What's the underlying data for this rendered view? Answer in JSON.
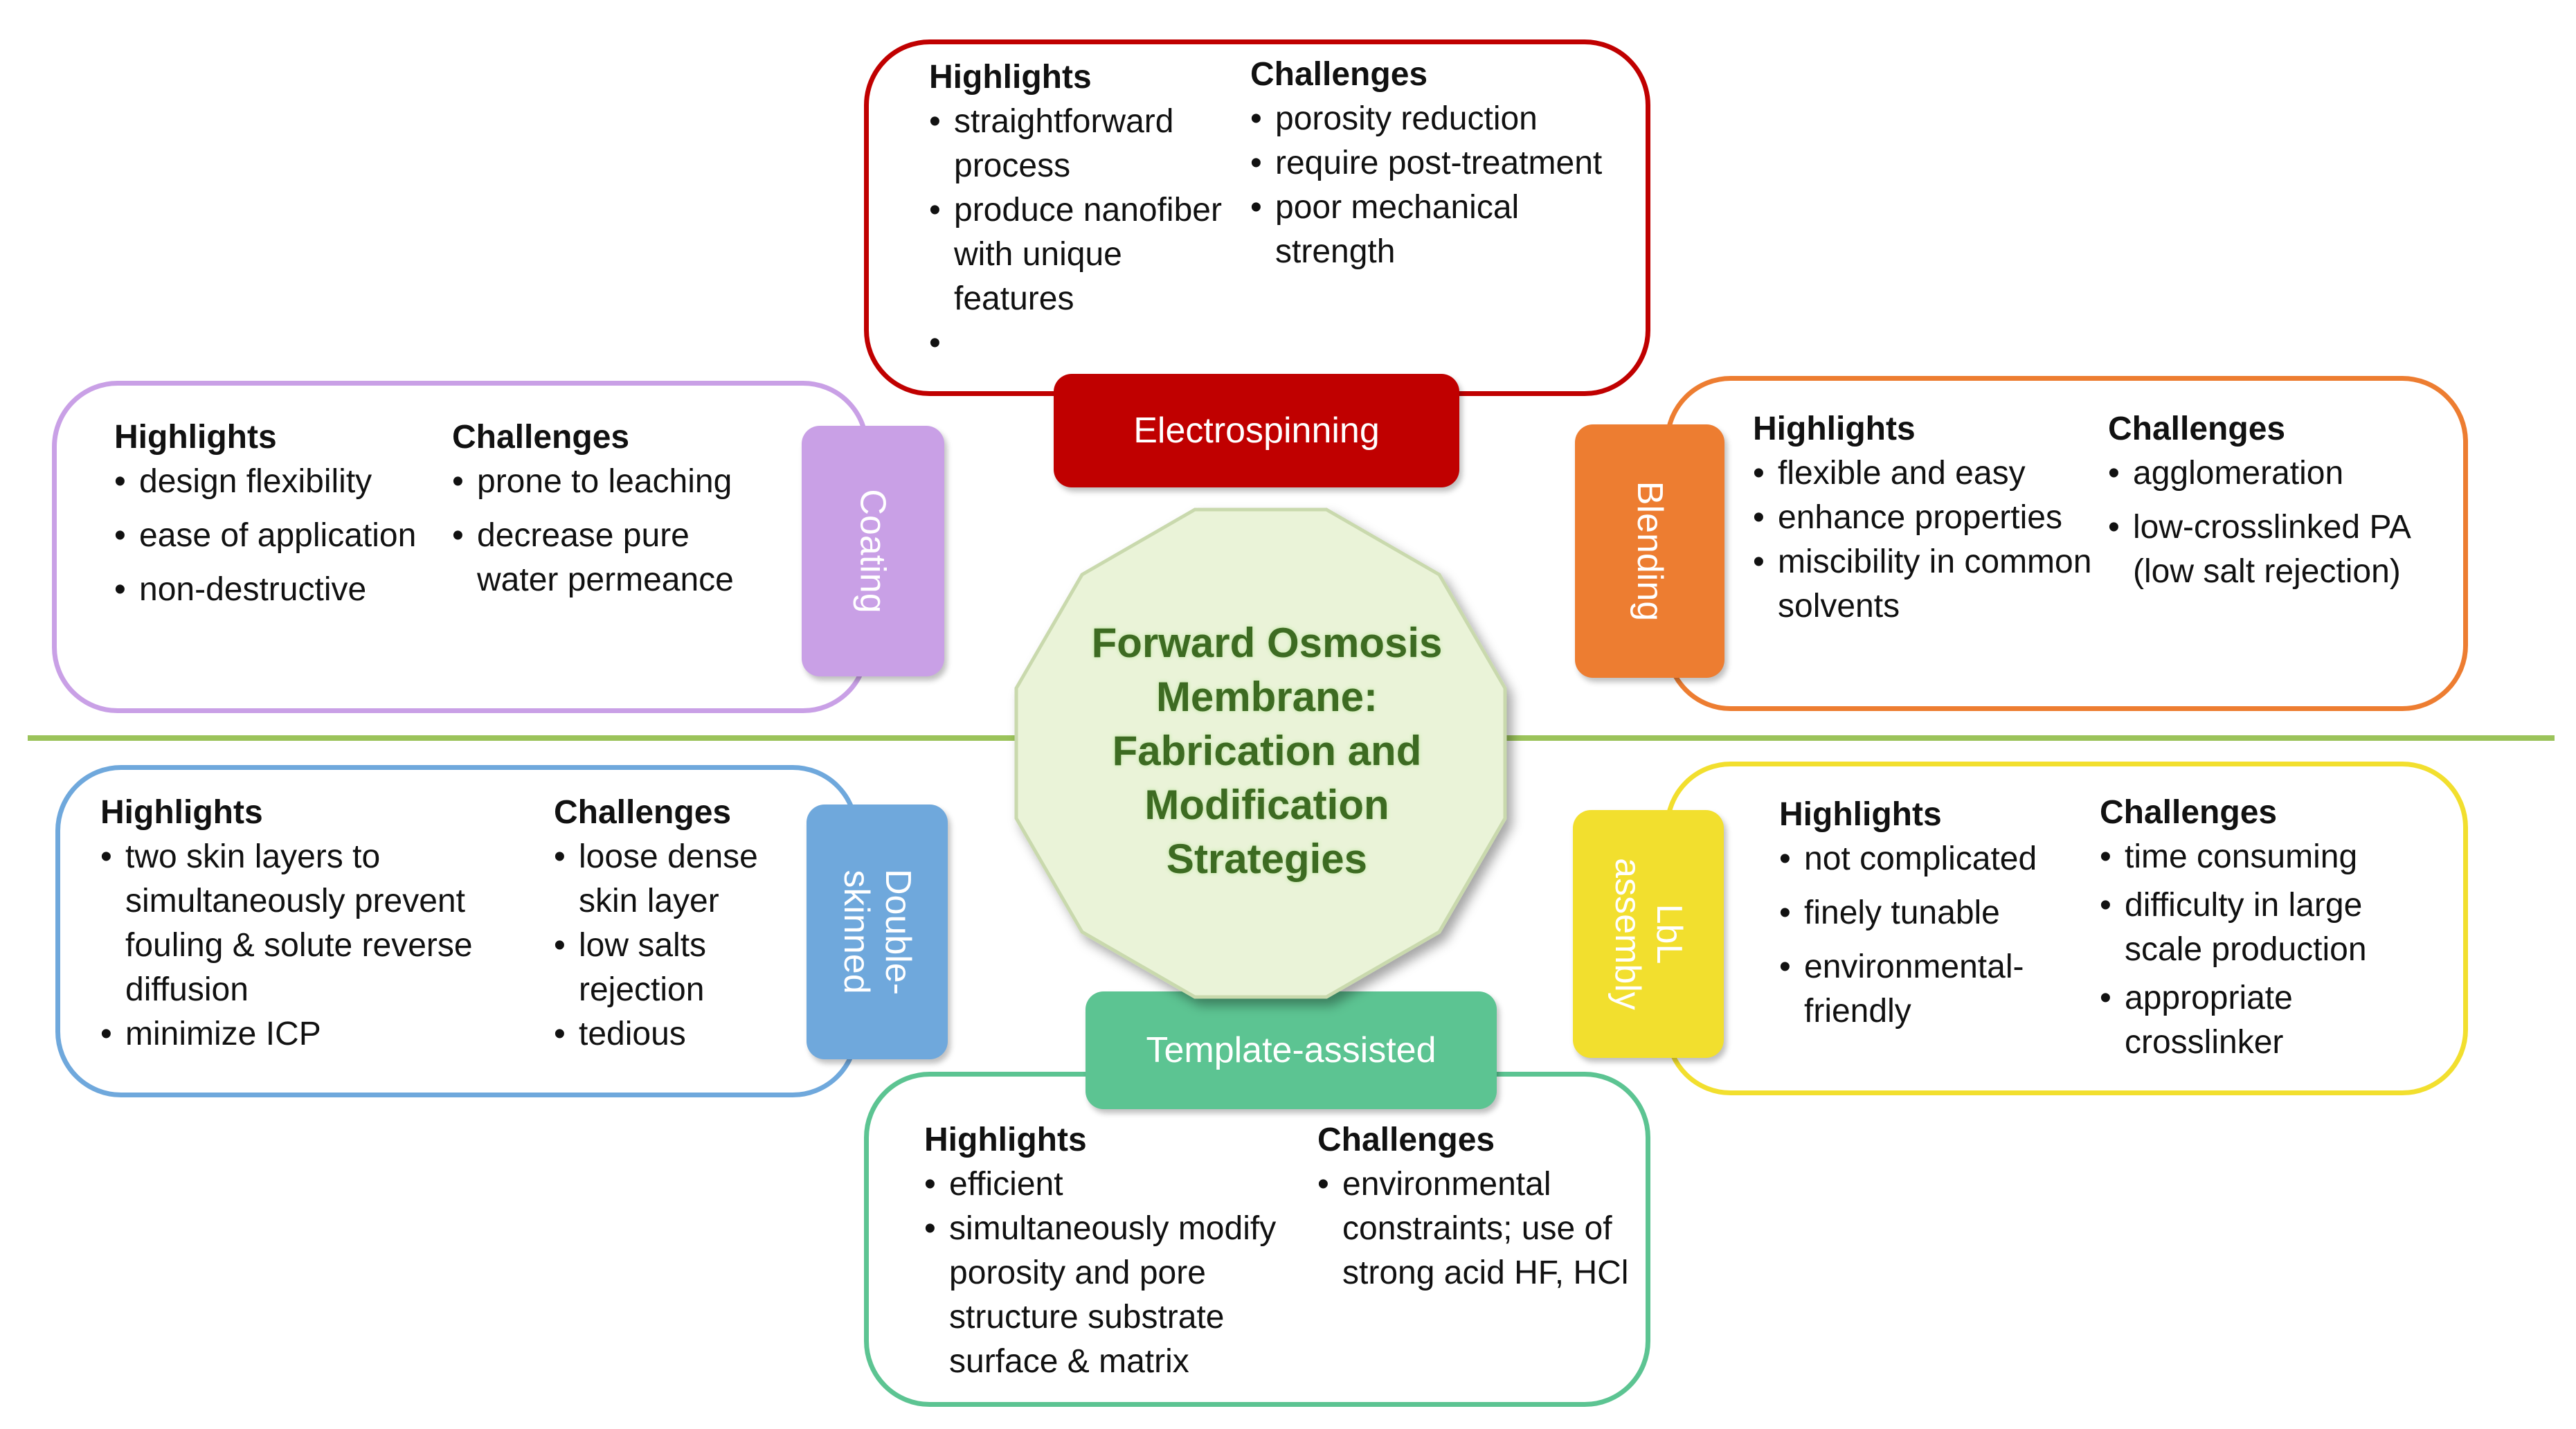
{
  "center": {
    "lines": [
      "Forward Osmosis",
      "Membrane:",
      "Fabrication and",
      "Modification",
      "Strategies"
    ]
  },
  "colors": {
    "electrospinning": "#c00000",
    "coating": "#c9a0e6",
    "blending": "#ed7d31",
    "double_skinned": "#6fa8dc",
    "lbl": "#f2df2e",
    "template": "#5cc492",
    "divider": "#9bc35a",
    "center_fill": "#eaf3d8"
  },
  "electrospinning": {
    "label": "Electrospinning",
    "highlights_title": "Highlights",
    "highlights": [
      "straightforward process",
      "produce nanofiber with unique features",
      ""
    ],
    "challenges_title": "Challenges",
    "challenges": [
      "porosity reduction",
      "require post-treatment",
      "poor mechanical strength"
    ]
  },
  "coating": {
    "label": "Coating",
    "highlights_title": "Highlights",
    "highlights": [
      "design flexibility",
      "ease of application",
      "non-destructive"
    ],
    "challenges_title": "Challenges",
    "challenges": [
      "prone to leaching",
      "decrease pure water permeance"
    ]
  },
  "blending": {
    "label": "Blending",
    "highlights_title": "Highlights",
    "highlights": [
      "flexible and easy",
      "enhance properties",
      "miscibility in common solvents"
    ],
    "challenges_title": "Challenges",
    "challenges": [
      "agglomeration",
      "low-crosslinked PA (low salt rejection)"
    ]
  },
  "double_skinned": {
    "label": "Double-skinned",
    "highlights_title": "Highlights",
    "highlights": [
      "two skin layers to simultaneously prevent fouling & solute reverse diffusion",
      "minimize ICP"
    ],
    "challenges_title": "Challenges",
    "challenges": [
      "loose dense skin layer",
      "low salts rejection",
      "tedious"
    ]
  },
  "lbl": {
    "label": "LbL assembly",
    "highlights_title": "Highlights",
    "highlights": [
      "not complicated",
      "finely tunable",
      "environmental-friendly"
    ],
    "challenges_title": "Challenges",
    "challenges": [
      "time consuming",
      "difficulty in large scale production",
      "appropriate crosslinker"
    ]
  },
  "template": {
    "label": "Template-assisted",
    "highlights_title": "Highlights",
    "highlights": [
      "efficient",
      "simultaneously modify porosity and pore structure substrate surface & matrix"
    ],
    "challenges_title": "Challenges",
    "challenges": [
      "environmental constraints; use of strong acid HF, HCl"
    ]
  }
}
